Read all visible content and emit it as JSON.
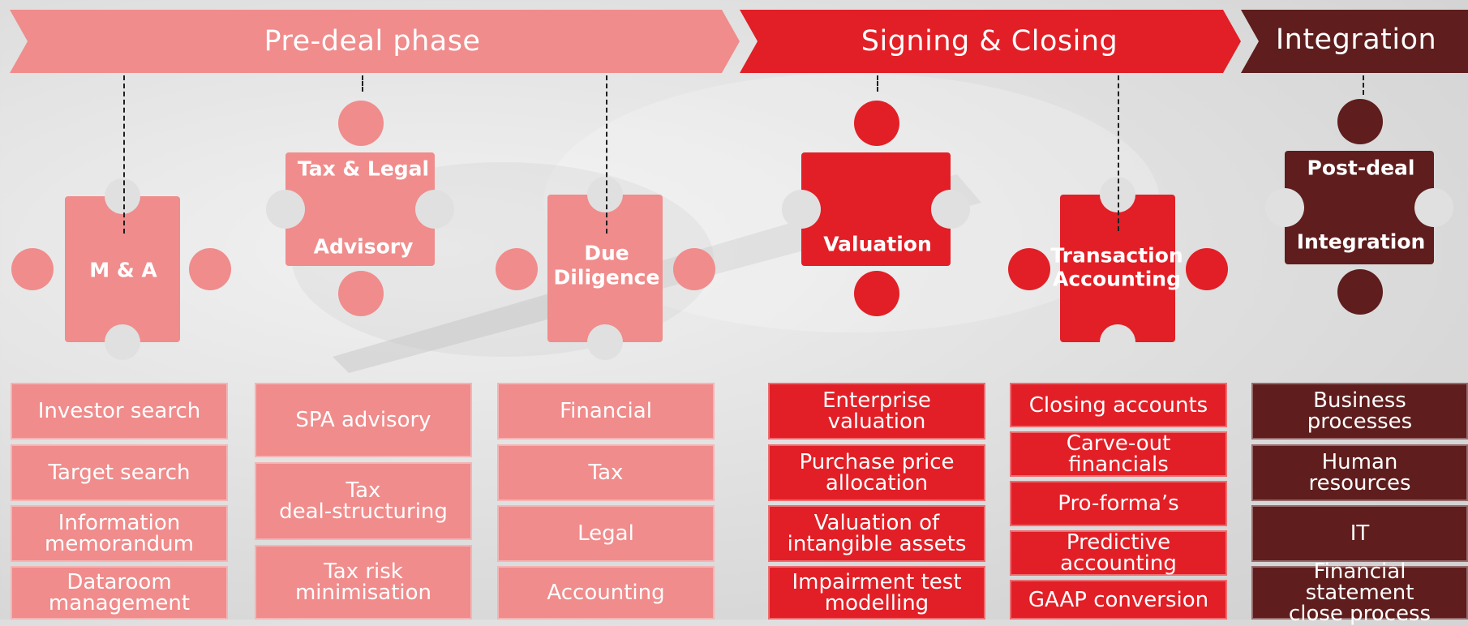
{
  "colors": {
    "pre_deal": "#f08c8c",
    "signing": "#e21f26",
    "integration": "#5f1d1d"
  },
  "phases": {
    "pre_deal": "Pre-deal phase",
    "signing": "Signing & Closing",
    "integration": "Integration"
  },
  "pieces": {
    "ma": "M & A",
    "tax_legal_1": "Tax & Legal",
    "tax_legal_2": "Advisory",
    "due_1": "Due",
    "due_2": "Diligence",
    "valuation": "Valuation",
    "ta_1": "Transaction",
    "ta_2": "Accounting",
    "post_1": "Post-deal",
    "post_2": "Integration"
  },
  "columns": {
    "ma": [
      "Investor search",
      "Target search",
      "Information\nmemorandum",
      "Dataroom\nmanagement"
    ],
    "tax": [
      "SPA advisory",
      "Tax\ndeal-structuring",
      "Tax risk\nminimisation"
    ],
    "dd": [
      "Financial",
      "Tax",
      "Legal",
      "Accounting"
    ],
    "val": [
      "Enterprise\nvaluation",
      "Purchase price\nallocation",
      "Valuation of\nintangible assets",
      "Impairment test\nmodelling"
    ],
    "ta": [
      "Closing accounts",
      "Carve-out financials",
      "Pro-forma’s",
      "Predictive accounting",
      "GAAP conversion"
    ],
    "int": [
      "Business\nprocesses",
      "Human\nresources",
      "IT",
      "Financial statement\nclose process"
    ]
  }
}
